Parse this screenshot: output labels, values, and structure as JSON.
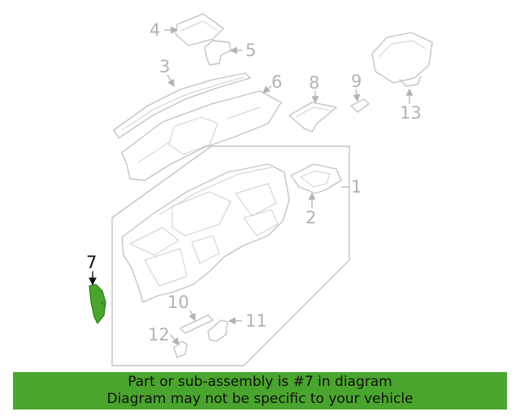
{
  "highlight_color": "#4aa52e",
  "callouts": {
    "c1": "1",
    "c2": "2",
    "c3": "3",
    "c4": "4",
    "c5": "5",
    "c6": "6",
    "c7": "7",
    "c8": "8",
    "c9": "9",
    "c10": "10",
    "c11": "11",
    "c12": "12",
    "c13": "13"
  },
  "banner": {
    "line1": "Part or sub-assembly is #7 in diagram",
    "line2": "Diagram may not be specific to your vehicle"
  }
}
